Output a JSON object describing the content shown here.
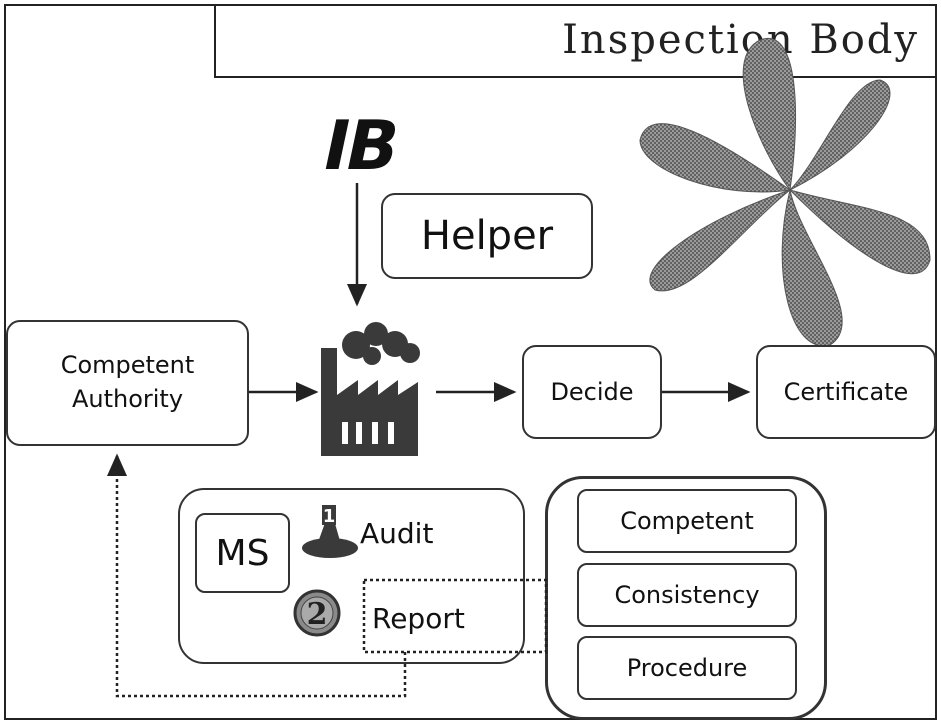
{
  "title": "Inspection Body",
  "ib_logo": "IB",
  "helper": "Helper",
  "competent_authority": [
    "Competent",
    "Authority"
  ],
  "decide": "Decide",
  "certificate": "Certificate",
  "ms": "MS",
  "audit": "Audit",
  "report": "Report",
  "step_one": "1",
  "step_two": "2",
  "requirements": [
    "Competent",
    "Consistency",
    "Procedure"
  ],
  "colors": {
    "line": "#222222",
    "petal": "#7a7a7a",
    "factory": "#3a3a3a"
  }
}
